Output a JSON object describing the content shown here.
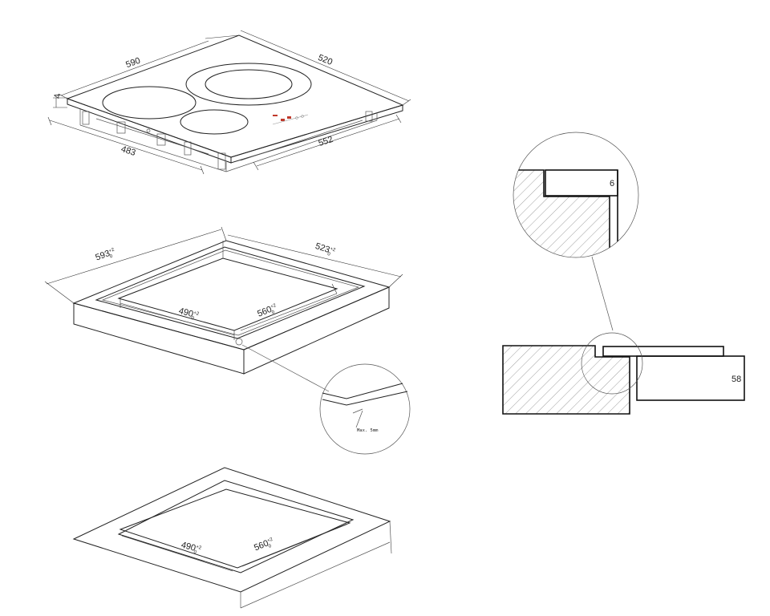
{
  "hob": {
    "depth": "590",
    "width": "520",
    "thickness": "4",
    "body_depth": "483",
    "body_width": "552"
  },
  "cutout": {
    "outer_depth": "593",
    "outer_depth_tol": "+2",
    "outer_depth_tol_low": "0",
    "outer_width": "523",
    "outer_width_tol": "+2",
    "outer_width_tol_low": "0",
    "inner_depth": "490",
    "inner_depth_tol": "+2",
    "inner_depth_tol_low": "0",
    "inner_width": "560",
    "inner_width_tol": "+2",
    "inner_width_tol_low": "0",
    "detail_note": "Max. 5mm"
  },
  "flush": {
    "inner_depth": "490",
    "inner_depth_tol": "+2",
    "inner_depth_tol_low": "0",
    "inner_width": "560",
    "inner_width_tol": "+2",
    "inner_width_tol_low": "0"
  },
  "section": {
    "rebate_depth": "6",
    "body_height": "58"
  },
  "colors": {
    "line": "#222222",
    "control_accent": "#c0392b"
  }
}
